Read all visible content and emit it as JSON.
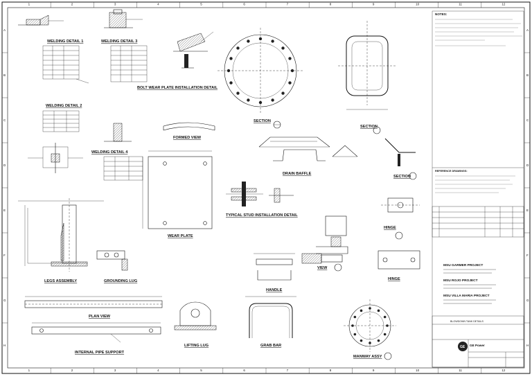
{
  "border": {
    "columns": [
      "1",
      "2",
      "3",
      "4",
      "5",
      "6",
      "7",
      "8",
      "9",
      "10",
      "11",
      "12"
    ],
    "rows": [
      "A",
      "B",
      "C",
      "D",
      "E",
      "F",
      "G",
      "H"
    ]
  },
  "notes": {
    "title": "NOTES:"
  },
  "details": {
    "welding1": "WELDING DETAIL 1",
    "welding2": "WELDING DETAIL 2",
    "welding3": "WELDING DETAIL 3",
    "welding4": "WELDING DETAIL 4",
    "bolt_wear": "BOLT WEAR PLATE INSTALLATION DETAIL",
    "section_b": "SECTION",
    "section_a": "SECTION",
    "section_c": "SECTION",
    "formed_view": "FORMED VIEW",
    "drain_baffle": "DRAIN BAFFLE",
    "stud": "TYPICAL STUD INSTALLATION DETAIL",
    "wear_plate": "WEAR PLATE",
    "hinge": "HINGE",
    "view": "VIEW",
    "legs": "LEGS ASSEMBLY",
    "grounding": "GROUNDING LUG",
    "handle": "HANDLE",
    "plan_view": "PLAN VIEW",
    "pipe_support": "INTERNAL PIPE SUPPORT",
    "lifting_lug": "LIFTING LUG",
    "grab_bar": "GRAB BAR",
    "manway": "MANWAY ASSY",
    "ref_docs": "REFERENCE DRAWINGS:"
  },
  "projects": {
    "p1": "MSU GARMER PROJECT",
    "p2": "MSU ROJO PROJECT",
    "p3": "MSU VILLA MARIA PROJECT"
  },
  "title_block": {
    "company": "GE Power",
    "title": "BLOWDOWN TANK DETAILS"
  }
}
